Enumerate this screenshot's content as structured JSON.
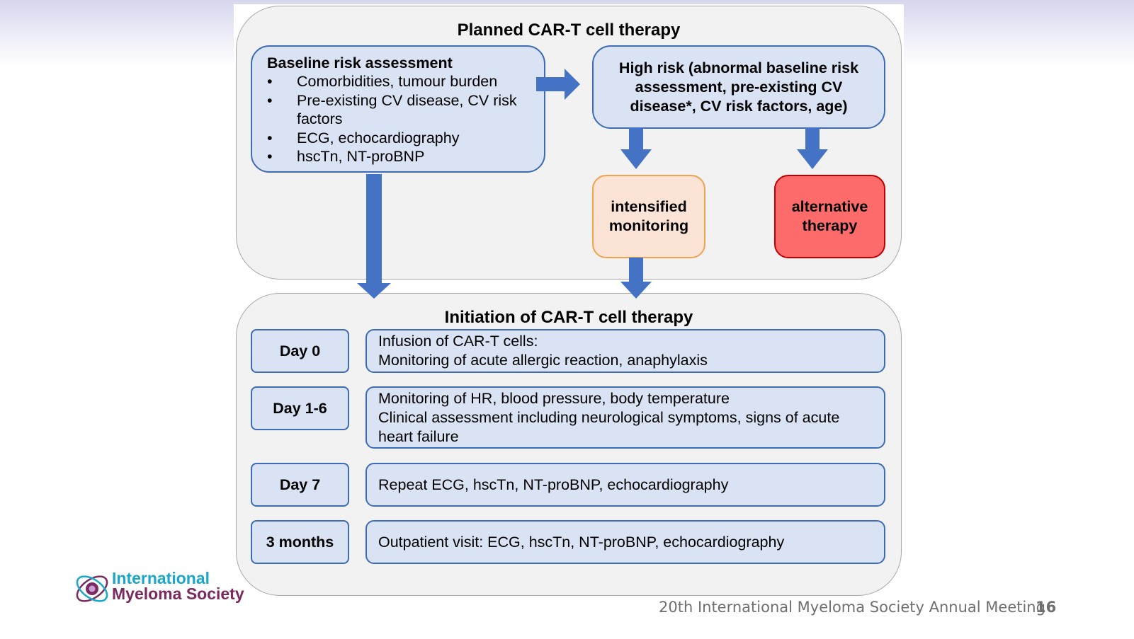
{
  "colors": {
    "box_fill": "#dae3f3",
    "box_border": "#3d6bb5",
    "arrow": "#4472c4",
    "monitoring_fill": "#fbe4d5",
    "alternative_fill": "#fe6b6b",
    "panel_fill": "#f2f2f2"
  },
  "planned": {
    "title": "Planned CAR-T cell therapy",
    "baseline": {
      "heading": "Baseline risk assessment",
      "items": [
        "Comorbidities, tumour burden",
        "Pre-existing CV disease, CV risk factors",
        "ECG, echocardiography",
        "hscTn, NT-proBNP"
      ]
    },
    "high_risk": "High risk (abnormal baseline risk assessment, pre-existing CV disease*, CV risk factors, age)",
    "intensified_monitoring": "intensified monitoring",
    "alternative_therapy": "alternative therapy"
  },
  "initiation": {
    "title": "Initiation of CAR-T cell therapy",
    "rows": [
      {
        "day": "Day 0",
        "lines": [
          "Infusion of CAR-T cells:",
          "Monitoring of acute allergic reaction, anaphylaxis"
        ]
      },
      {
        "day": "Day 1-6",
        "lines": [
          "Monitoring of HR, blood pressure, body temperature",
          "Clinical assessment including neurological symptoms, signs of acute heart failure"
        ]
      },
      {
        "day": "Day 7",
        "lines": [
          "Repeat ECG, hscTn, NT-proBNP, echocardiography"
        ]
      },
      {
        "day": "3 months",
        "lines": [
          "Outpatient visit: ECG, hscTn, NT-proBNP, echocardiography"
        ]
      }
    ]
  },
  "footer": {
    "logo_line1": "International",
    "logo_line2": "Myeloma Society",
    "meeting": "20th International Myeloma Society Annual Meeting",
    "page_number": "16"
  }
}
